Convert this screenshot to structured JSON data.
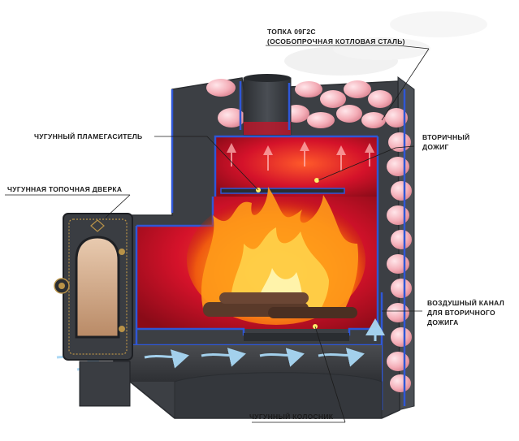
{
  "labels": {
    "firebox_line1": "ТОПКА 09Г2С",
    "firebox_line2": "(ОСОБОПРОЧНАЯ КОТЛОВАЯ СТАЛЬ)",
    "flame_spreader": "ЧУГУННЫЙ ПЛАМЕГАСИТЕЛЬ",
    "secondary_line1": "ВТОРИЧНЫЙ",
    "secondary_line2": "ДОЖИГ",
    "fire_door": "ЧУГУННАЯ ТОПОЧНАЯ ДВЕРКА",
    "air_line1": "ВОЗДУШНЫЙ КАНАЛ",
    "air_line2": "ДЛЯ ВТОРИЧНОГО",
    "air_line3": "ДОЖИГА",
    "grate": "ЧУГУННЫЙ КОЛОСНИК"
  },
  "colors": {
    "steel": "#3c3f44",
    "steel_edge": "#2a2d31",
    "blue_seam": "#2f57d6",
    "hot_red": "#d4122a",
    "stone": "#f2b5bd",
    "flame": "#ff8a14",
    "air_arrow": "#a9d8f5"
  }
}
